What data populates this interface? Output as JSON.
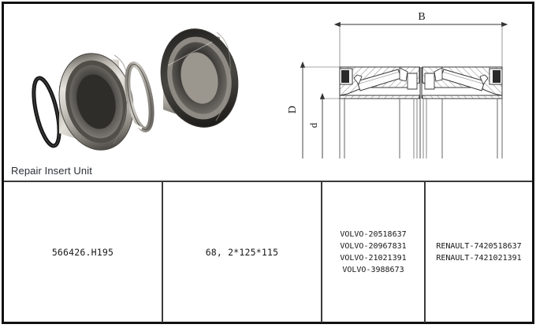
{
  "document": {
    "type": "bearing-spec-sheet",
    "caption": "Repair Insert Unit"
  },
  "illustration": {
    "photo": {
      "alt_name": "wheel-bearing-repair-kit-photo",
      "components": [
        "o-ring",
        "bearing-with-seal",
        "snap-ring",
        "bearing-unit"
      ]
    },
    "drawing": {
      "alt_name": "double-row-tapered-roller-bearing-cross-section",
      "dimension_labels": {
        "width": "B",
        "outer_diameter": "D",
        "bore_diameter": "d"
      }
    }
  },
  "table": {
    "columns": [
      {
        "key": "part_number",
        "value": "566426.H195"
      },
      {
        "key": "dimensions",
        "value": "68, 2*125*115"
      },
      {
        "key": "volvo_references",
        "values": [
          "VOLVO-20518637",
          "VOLVO-20967831",
          "VOLVO-21021391",
          "VOLVO-3988673"
        ]
      },
      {
        "key": "renault_references",
        "values": [
          "RENAULT-7420518637",
          "RENAULT-7421021391"
        ]
      }
    ]
  },
  "colors": {
    "frame": "#111111",
    "rule": "#3a3a3a",
    "caption_text": "#2b2f36",
    "table_text": "#171717",
    "background": "#ffffff"
  }
}
